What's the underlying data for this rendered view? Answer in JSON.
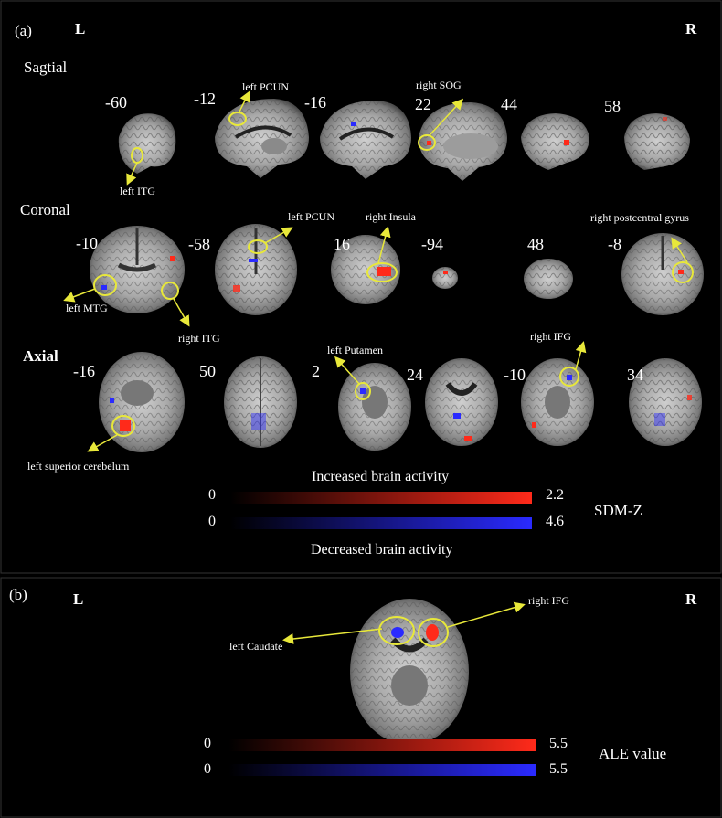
{
  "panel_a": {
    "tag": "(a)",
    "left": "L",
    "right": "R",
    "sagittal": {
      "title": "Sagtial",
      "coords": [
        "-60",
        "-12",
        "-16",
        "22",
        "44",
        "58"
      ],
      "labels": {
        "itg": "left ITG",
        "pcun": "left PCUN",
        "sog": "right SOG"
      }
    },
    "coronal": {
      "title": "Coronal",
      "coords": [
        "-10",
        "-58",
        "16",
        "-94",
        "48",
        "-8"
      ],
      "labels": {
        "pcun": "left PCUN",
        "insula": "right Insula",
        "postcentral": "right postcentral gyrus",
        "mtg": "left MTG",
        "itg": "right ITG"
      }
    },
    "axial": {
      "title": "Axial",
      "coords": [
        "-16",
        "50",
        "2",
        "24",
        "-10",
        "34"
      ],
      "labels": {
        "putamen": "left Putamen",
        "ifg": "right IFG",
        "cerebelum": "left superior cerebelum"
      }
    },
    "scale": {
      "increased_label": "Increased brain activity",
      "decreased_label": "Decreased brain activity",
      "min_red": "0",
      "max_red": "2.2",
      "min_blue": "0",
      "max_blue": "4.6",
      "unit": "SDM-Z"
    }
  },
  "panel_b": {
    "tag": "(b)",
    "left": "L",
    "right": "R",
    "labels": {
      "caudate": "left Caudate",
      "ifg": "right IFG"
    },
    "scale": {
      "min_red": "0",
      "max_red": "5.5",
      "min_blue": "0",
      "max_blue": "5.5",
      "unit": "ALE value"
    }
  },
  "colors": {
    "increase": "#ff2a1a",
    "decrease": "#2a2aff",
    "annotation": "#e8e83a"
  }
}
